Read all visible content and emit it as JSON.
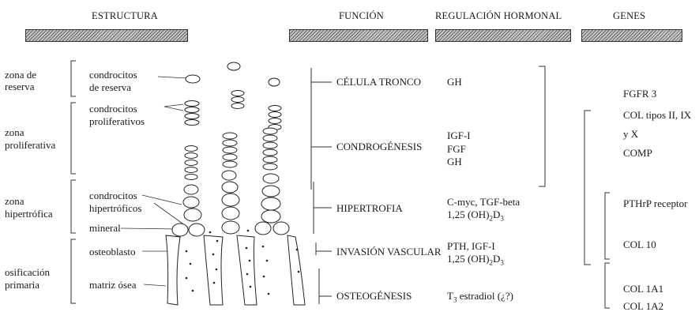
{
  "headers": {
    "estructura": "ESTRUCTURA",
    "funcion": "FUNCIÓN",
    "regulacion": "REGULACIÓN HORMONAL",
    "genes": "GENES"
  },
  "zones": {
    "reserva": [
      "zona de",
      "reserva"
    ],
    "proliferativa": [
      "zona",
      "proliferativa"
    ],
    "hipertrofica": [
      "zona",
      "hipertrófica"
    ],
    "osificacion": [
      "osificación",
      "primaria"
    ]
  },
  "cells": {
    "reserva": [
      "condrocitos",
      "de reserva"
    ],
    "proliferativos": [
      "condrocitos",
      "proliferativos"
    ],
    "hipertroficos": [
      "condrocitos",
      "hipertróficos"
    ],
    "mineral": "mineral",
    "osteoblasto": "osteoblasto",
    "matriz": "matriz ósea"
  },
  "functions": {
    "celula_tronco": "CÉLULA TRONCO",
    "condrogenesis": "CONDROGÉNESIS",
    "hipertrofia": "HIPERTROFIA",
    "invasion": "INVASIÓN VASCULAR",
    "osteogenesis": "OSTEOGÉNESIS"
  },
  "hormones": {
    "celula_tronco": "GH",
    "condrogenesis": [
      "IGF-I",
      "FGF",
      "GH"
    ],
    "hipertrofia_1": "C-myc, TGF-beta",
    "hipertrofia_2": {
      "a": "1,25 (OH)",
      "s1": "2",
      "b": "D",
      "s2": "3"
    },
    "invasion_1": "PTH, IGF-I",
    "invasion_2": {
      "a": "1,25 (OH)",
      "s1": "2",
      "b": "D",
      "s2": "3"
    },
    "osteogenesis": {
      "a": "T",
      "s1": "3",
      "b": " estradiol (¿?)"
    }
  },
  "genes": {
    "fgfr3": "FGFR 3",
    "col_tipos": "COL tipos II, IX",
    "y_x": "y X",
    "comp": "COMP",
    "pthrp": "PTHrP receptor",
    "col10": "COL 10",
    "col1a1": "COL 1A1",
    "col1a2": "COL 1A2"
  }
}
